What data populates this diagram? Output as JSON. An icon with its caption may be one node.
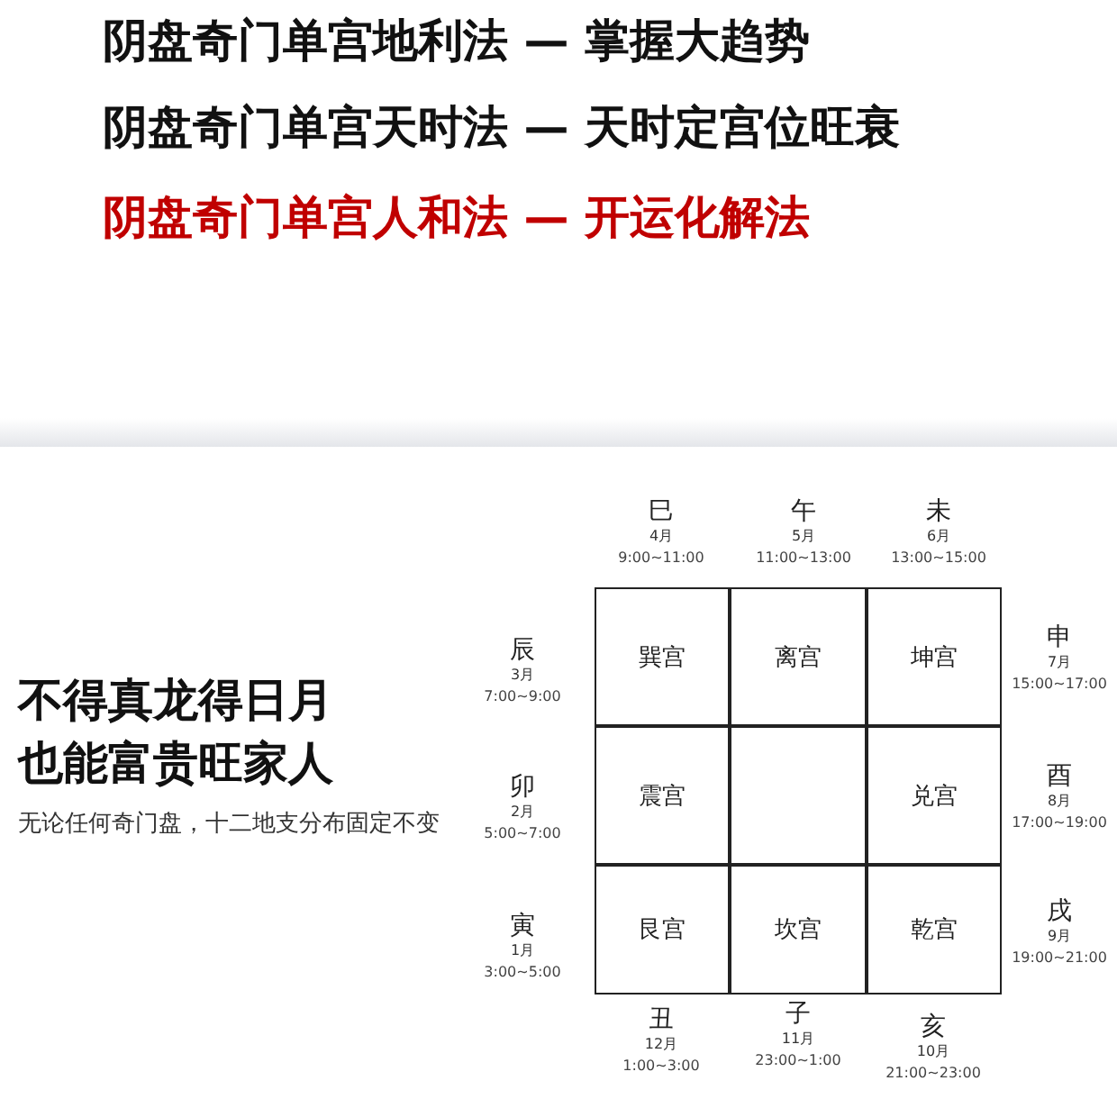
{
  "diagram": {
    "nodes": [
      {
        "text": [],
        "shape": "bar"
      },
      {
        "text": [
          "巽宫"
        ]
      },
      {
        "text": [
          "离宫"
        ]
      },
      {
        "text": [
          "坤宫"
        ]
      },
      {
        "text": [
          "震宫"
        ]
      },
      {
        "text": [],
        "shape": "box"
      },
      {
        "text": [
          "兑宫"
        ]
      },
      {
        "text": [
          "艮宫"
        ]
      },
      {
        "text": [
          "坎宫"
        ]
      },
      {
        "text": [
          "乾宫"
        ]
      }
    ],
    "edges": [],
    "labels": [
      "阴盘奇门单宫地利法 — 掌握大趋势",
      "阴盘奇门单宫天时法 — 天时定宫位旺衰",
      "阴盘奇门单宫人和法 — 开运化解法",
      "巳",
      "4月",
      "9:00~11:00",
      "午",
      "5月",
      "11:00~13:00",
      "未",
      "6月",
      "13:00~15:00",
      "辰",
      "3月",
      "7:00~9:00",
      "申",
      "7月",
      "15:00~17:00",
      "不得真龙得日月",
      "也能富贵旺家人",
      "卯",
      "2月",
      "5:00~7:00",
      "酉",
      "8月",
      "17:00~19:00",
      "无论任何奇门盘，十二地支分布固定不变",
      "寅",
      "1月",
      "3:00~5:00",
      "戌",
      "9月",
      "19:00~21:00",
      "丑",
      "12月",
      "1:00~3:00",
      "子",
      "11月",
      "23:00~1:00",
      "亥",
      "10月",
      "21:00~23:00"
    ]
  }
}
